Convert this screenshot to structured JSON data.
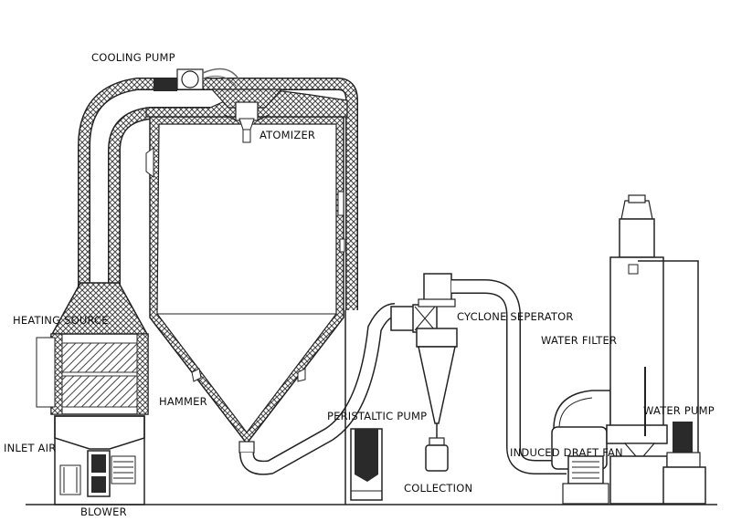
{
  "diagram": {
    "type": "spray-dryer-process-schematic",
    "labels": {
      "cooling_pump": "COOLING PUMP",
      "atomizer": "ATOMIZER",
      "heating_source": "HEATING SOURCE",
      "hammer": "HAMMER",
      "inlet_air": "INLET  AIR",
      "blower": "BLOWER",
      "peristaltic_pump": "PERISTALTIC PUMP",
      "collection": "COLLECTION",
      "cyclone_separator": "CYCLONE SEPERATOR",
      "water_filter": "WATER FILTER",
      "water_pump": "WATER PUMP",
      "induced_draft_fan": "INDUCED DRAFT FAN"
    },
    "colors": {
      "line": "#222222",
      "hatch": "#555555",
      "background": "#ffffff",
      "dark_fill": "#2a2a2a"
    }
  }
}
